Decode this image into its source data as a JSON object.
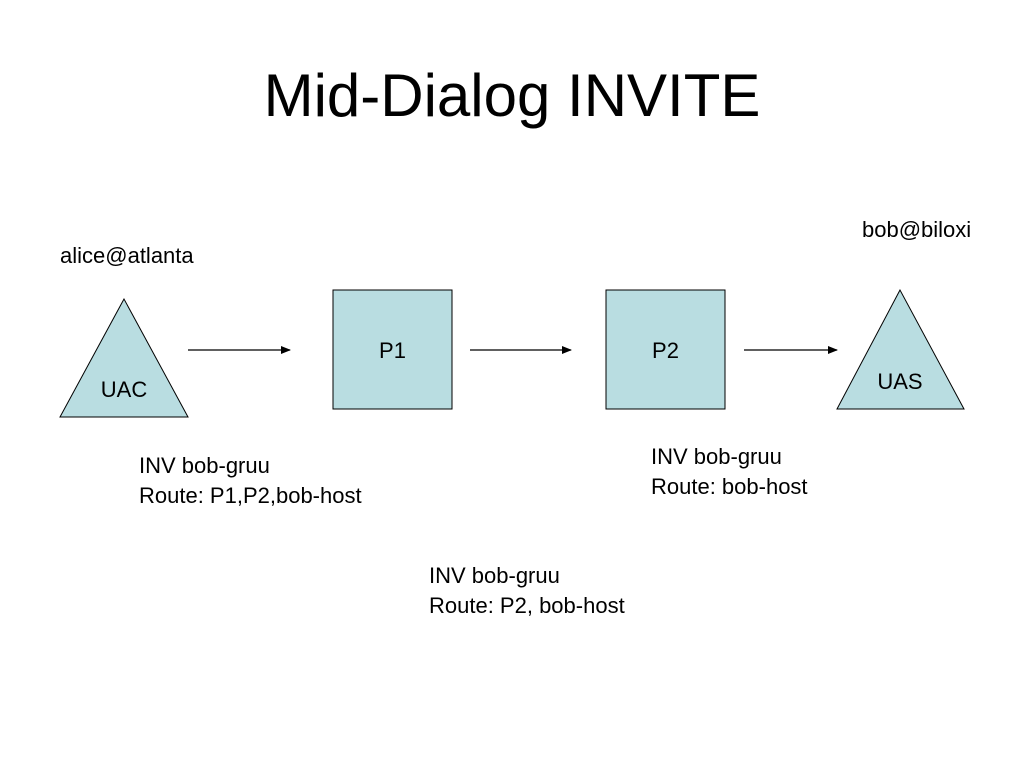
{
  "slide": {
    "title": "Mid-Dialog INVITE"
  },
  "colors": {
    "node_fill": "#b9dde1",
    "node_stroke": "#000000",
    "arrow": "#000000"
  },
  "endpoints": {
    "left_label": "alice@atlanta",
    "right_label": "bob@biloxi"
  },
  "nodes": {
    "uac": "UAC",
    "p1": "P1",
    "p2": "P2",
    "uas": "UAS"
  },
  "messages": {
    "uac_to_p1": {
      "line1": "INV bob-gruu",
      "line2": "Route: P1,P2,bob-host"
    },
    "p1_to_p2": {
      "line1": "INV bob-gruu",
      "line2": "Route: P2, bob-host"
    },
    "p2_to_uas": {
      "line1": "INV bob-gruu",
      "line2": "Route: bob-host"
    }
  }
}
